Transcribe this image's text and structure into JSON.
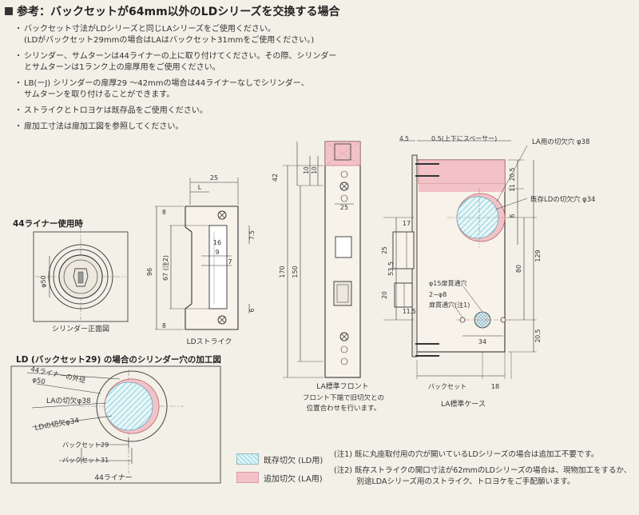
{
  "title": "参考：バックセットが64mm以外のLDシリーズを交換する場合",
  "notes": [
    [
      "バックセット寸法がLDシリーズと同じLAシリーズをご使用ください。",
      "(LDがバックセット29mmの場合はLAはバックセット31mmをご使用ください。)"
    ],
    [
      "シリンダー、サムターンは44ライナーの上に取り付けてください。その際、シリンダー",
      "とサムターンは1ランク上の扉厚用をご使用ください。"
    ],
    [
      "LB(ーJ) シリンダーの扉厚29 ～42mmの場合は44ライナーなしでシリンダー、",
      "サムターンを取り付けることができます。"
    ],
    [
      "ストライクとトロヨケは既存品をご使用ください。"
    ],
    [
      "扉加工寸法は扉加工図を参照してください。"
    ]
  ],
  "liner": {
    "title": "44ライナー使用時",
    "dia": "φ50",
    "caption": "シリンダー正面図"
  },
  "ld_section": {
    "title": "LD (バックセット29) の場合のシリンダー穴の加工図",
    "liner_outer": "44ライナーの外径",
    "dia50": "φ50",
    "la_hole": "LAの切欠φ38",
    "ld_hole": "LDの切欠φ34",
    "backset29": "バックセット29",
    "backset31": "バックセット31",
    "caption": "44ライナー"
  },
  "strike": {
    "caption": "LDストライク",
    "d25": "25",
    "dL": "L",
    "d8a": "8",
    "d96": "96",
    "d67": "67 (注2)",
    "d16": "16",
    "d9": "9",
    "d7": "7",
    "d75": "7.5",
    "d6": "6",
    "d8b": "8"
  },
  "front": {
    "caption": "LA標準フロント",
    "note": [
      "フロント下端で旧切欠との",
      "位置合わせを行います。"
    ],
    "d42": "42",
    "d10a": "10",
    "d10b": "10",
    "d25": "25",
    "d170": "170",
    "d150": "150"
  },
  "case": {
    "caption": "LA標準ケース",
    "d45": "4.5",
    "spacer": "0.5(上下にスペーサー)",
    "la_cut": "LA用の切欠穴 φ38",
    "ld_cut": "既存LDの切欠穴 φ34",
    "d205a": "20.5",
    "d11": "11",
    "d6": "6",
    "d17": "17",
    "d25": "25",
    "d535": "53.5",
    "d80": "80",
    "d129": "129",
    "d20": "20",
    "d115": "11.5",
    "hole15": "φ15扉貫通穴",
    "hole8": "2−φ8",
    "hole8b": "扉貫通穴(注1)",
    "d34": "34",
    "backset": "バックセット",
    "d18": "18",
    "d205b": "20.5"
  },
  "legend": {
    "existing": "既存切欠 (LD用)",
    "added": "追加切欠 (LA用)"
  },
  "footnotes": [
    [
      "(注1) 既に丸座取付用の穴が開いているLDシリーズの場合は追加工不要です。"
    ],
    [
      "(注2) 既存ストライクの開口寸法が62mmのLDシリーズの場合は、現物加工をするか、",
      "　　　別途LDAシリーズ用のストライク、トロヨケをご手配願います。"
    ]
  ],
  "colors": {
    "pink": "#f2c2c8",
    "blue": "#a9dde6",
    "line": "#333333",
    "bg": "#f3f0e7"
  }
}
